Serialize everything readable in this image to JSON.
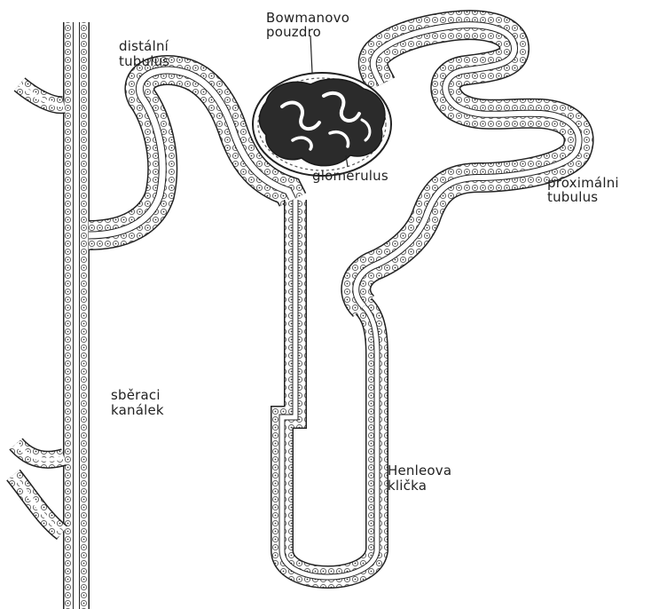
{
  "labels": {
    "bowman_line1": "Bowmanovo",
    "bowman_line2": "pouzdro",
    "distal_line1": "distální",
    "distal_line2": "tubulus",
    "glomerulus": "glomerulus",
    "proximal_line1": "proximálni",
    "proximal_line2": "tubulus",
    "collecting_line1": "sběraci",
    "collecting_line2": "kanálek",
    "henle_line1": "Henleova",
    "henle_line2": "klička"
  },
  "colors": {
    "ink": "#222222",
    "tubule_wall": "#bdbdbd",
    "glomerulus": "#2b2b2b",
    "background": "#ffffff"
  },
  "icons": {
    "nephron": "nephron-diagram"
  }
}
